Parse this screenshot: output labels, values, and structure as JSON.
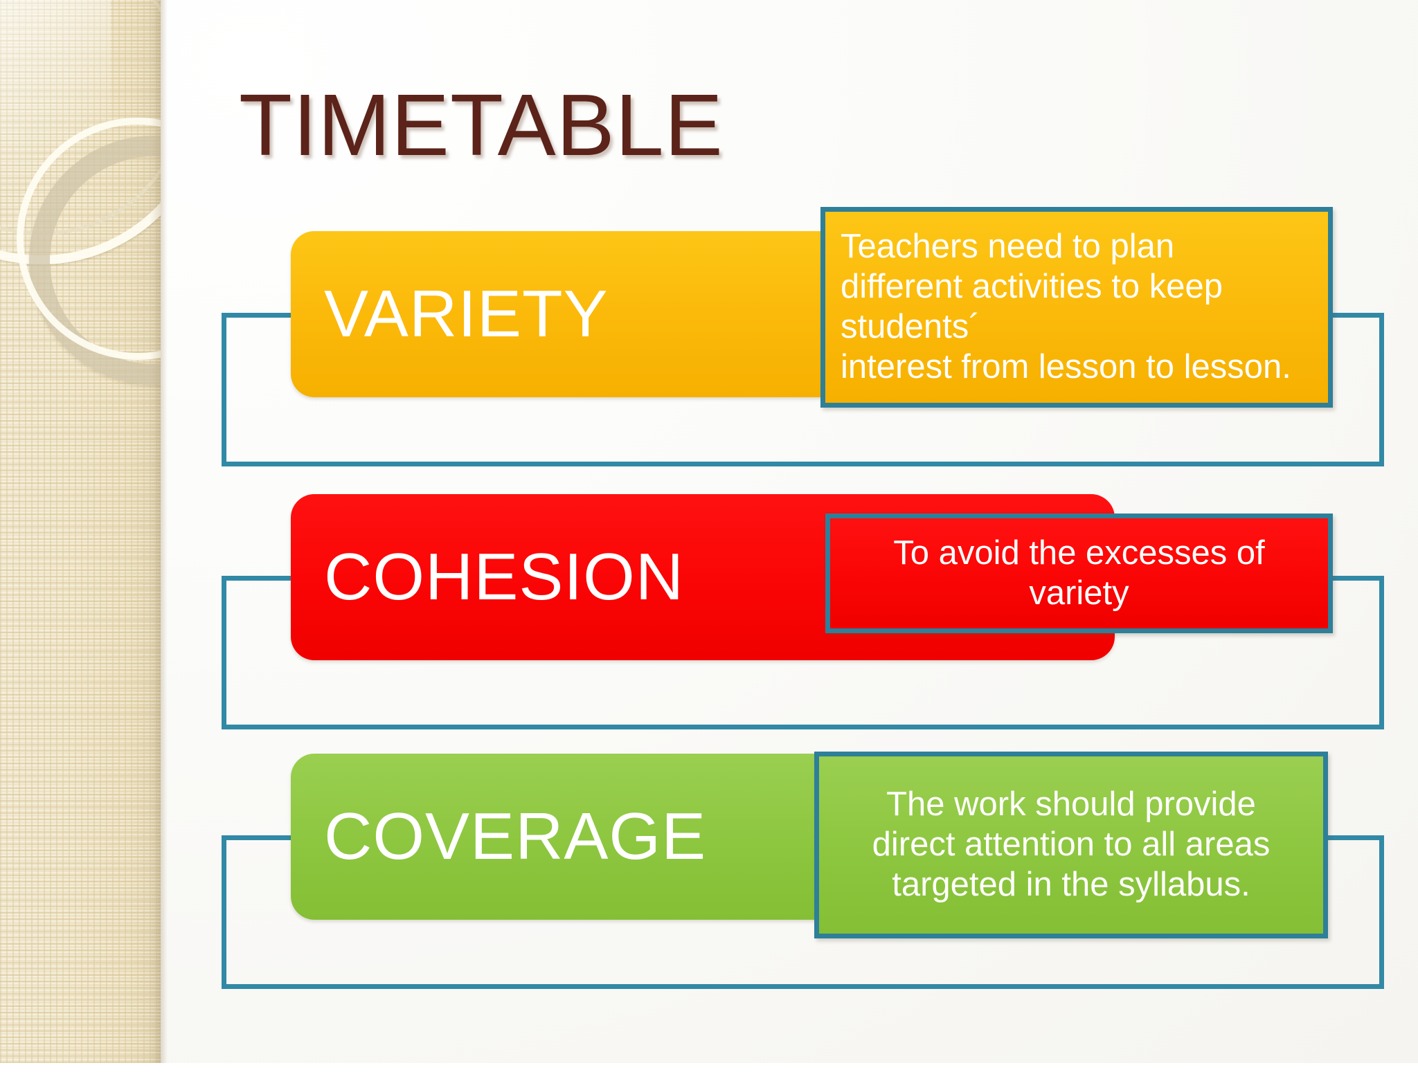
{
  "slide": {
    "title": "TIMETABLE",
    "title_color": "#5B2319",
    "background_color": "#FFFFFF",
    "frame_border_color": "#3189A6",
    "callout_border_color": "#2E7F99"
  },
  "sidebar": {
    "decoration": "concentric-rings-texture",
    "base_color": "#EEE3C6"
  },
  "rows": [
    {
      "label": "VARIETY",
      "color": "#FBB90A",
      "text_align": "left",
      "lines": [
        "Teachers need to plan",
        "different activities to keep",
        "students´",
        "interest from lesson to lesson."
      ]
    },
    {
      "label": "COHESION",
      "color": "#FA0505",
      "text_align": "center",
      "lines": [
        "To avoid the excesses of",
        "variety"
      ]
    },
    {
      "label": "COVERAGE",
      "color": "#8DC63F",
      "text_align": "center",
      "lines": [
        "The work should provide",
        "direct attention to all areas",
        "targeted in the syllabus."
      ]
    }
  ]
}
